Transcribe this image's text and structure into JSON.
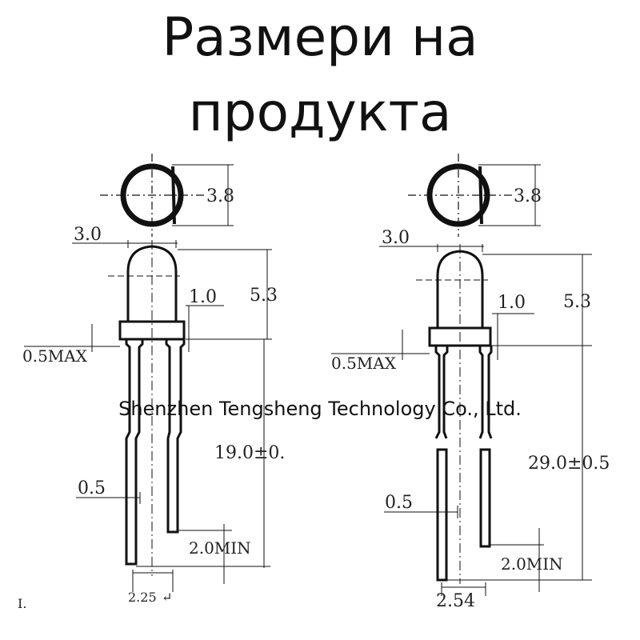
{
  "title": {
    "line1": "Размери на",
    "line2": "продукта"
  },
  "watermark": "Shenzhen Tengsheng Technology Co., Ltd.",
  "left_drawing": {
    "diameter": "3.8",
    "body_width": "3.0",
    "height": "5.3",
    "flange": "1.0",
    "max_gap": "0.5MAX",
    "lead_length": "19.0±0.",
    "lead_width": "0.5",
    "min_length": "2.0MIN",
    "pitch": "2.25",
    "pitch_mark": "↵",
    "corner_mark": "I."
  },
  "right_drawing": {
    "diameter": "3.8",
    "body_width": "3.0",
    "height": "5.3",
    "flange": "1.0",
    "max_gap": "0.5MAX",
    "lead_length": "29.0±0.5",
    "lead_width": "0.5",
    "min_length": "2.0MIN",
    "pitch": "2.54"
  }
}
